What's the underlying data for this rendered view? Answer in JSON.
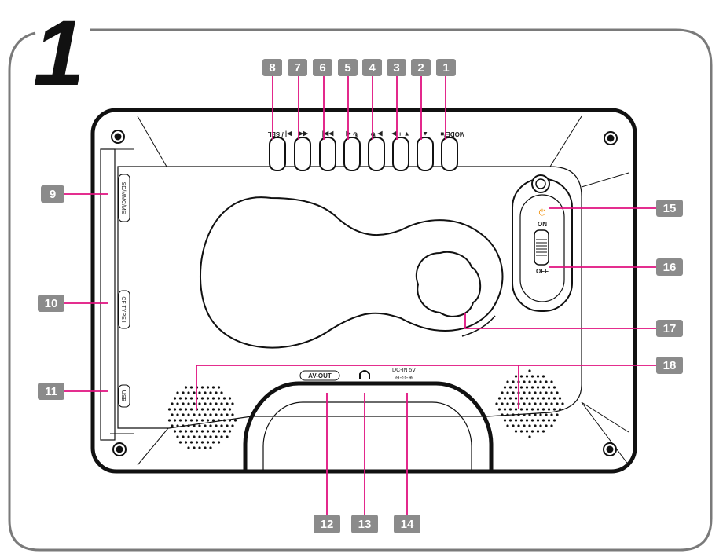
{
  "step_number": "1",
  "device": {
    "button_labels": [
      "MODE/■",
      "▲",
      "▼ + ▶",
      "▶ ↻",
      "↻ ◀",
      "▶▶|",
      "◀◀",
      "▶| / SEL"
    ],
    "side_port_labels": [
      "SD/MMC/MS",
      "CF TYPE I",
      "USB"
    ],
    "bottom_port_labels": [
      "AV-OUT",
      "headphone",
      "DC-IN 5V"
    ],
    "switch": {
      "on_label": "ON",
      "off_label": "OFF",
      "power_symbol": "⏻"
    }
  },
  "callouts": [
    {
      "number": "1",
      "target": "mode-button"
    },
    {
      "number": "2",
      "target": "up-button"
    },
    {
      "number": "3",
      "target": "down-right-button"
    },
    {
      "number": "4",
      "target": "play-rotate-button"
    },
    {
      "number": "5",
      "target": "rotate-left-button"
    },
    {
      "number": "6",
      "target": "next-button"
    },
    {
      "number": "7",
      "target": "previous-button"
    },
    {
      "number": "8",
      "target": "play-select-button"
    },
    {
      "number": "9",
      "target": "sd-mmc-ms-slot"
    },
    {
      "number": "10",
      "target": "cf-card-slot"
    },
    {
      "number": "11",
      "target": "usb-port"
    },
    {
      "number": "12",
      "target": "av-out-jack"
    },
    {
      "number": "13",
      "target": "headphone-jack"
    },
    {
      "number": "14",
      "target": "dc-in-jack"
    },
    {
      "number": "15",
      "target": "power-indicator"
    },
    {
      "number": "16",
      "target": "power-switch"
    },
    {
      "number": "17",
      "target": "stand-mount"
    },
    {
      "number": "18",
      "target": "speakers"
    }
  ],
  "colors": {
    "callout_fill": "#8b8b8b",
    "leader_line": "#e0117f",
    "outline": "#111111",
    "frame": "#7a7a7a",
    "power_icon": "#f08c00"
  }
}
